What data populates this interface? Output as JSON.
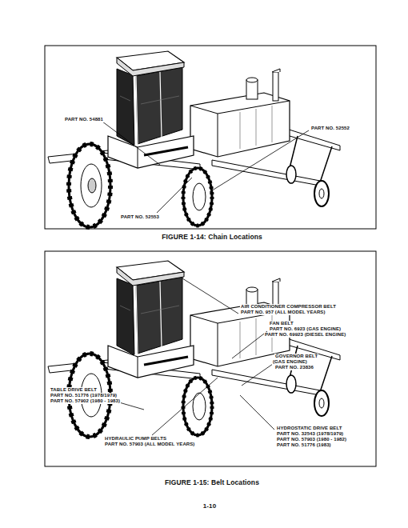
{
  "diagram": {
    "labels": [
      "PART NO. 54881",
      "PART NO. 52552",
      "PART NO. 52553",
      "FIGURE 1-14: Chain Locations",
      "AIR CONDITIONER COMPRESSOR BELT",
      "PART NO. 957 (ALL MODEL YEARS)",
      "FAN BELT",
      "PART NO. 6923 (GAS ENGINE)",
      "PART NO. 69923 (DIESEL ENGINE)",
      "GOVERNOR BELT",
      "(GAS ENGINE)",
      "PART NO. 23836",
      "TABLE DRIVE BELT",
      "PART NO. 51776 (1978/1979)",
      "PART NO. 57902 (1980 - 1983)",
      "HYDRAULIC PUMP BELTS",
      "PART NO. 57903 (ALL MODEL YEARS)",
      "HYDROSTATIC DRIVE BELT",
      "PART NO. 32543 (1978/1979)",
      "PART NO. 57903 (1980 - 1982)",
      "PART NO. 51776 (1983)",
      "FIGURE 1-15: Belt Locations",
      "1-10"
    ]
  }
}
